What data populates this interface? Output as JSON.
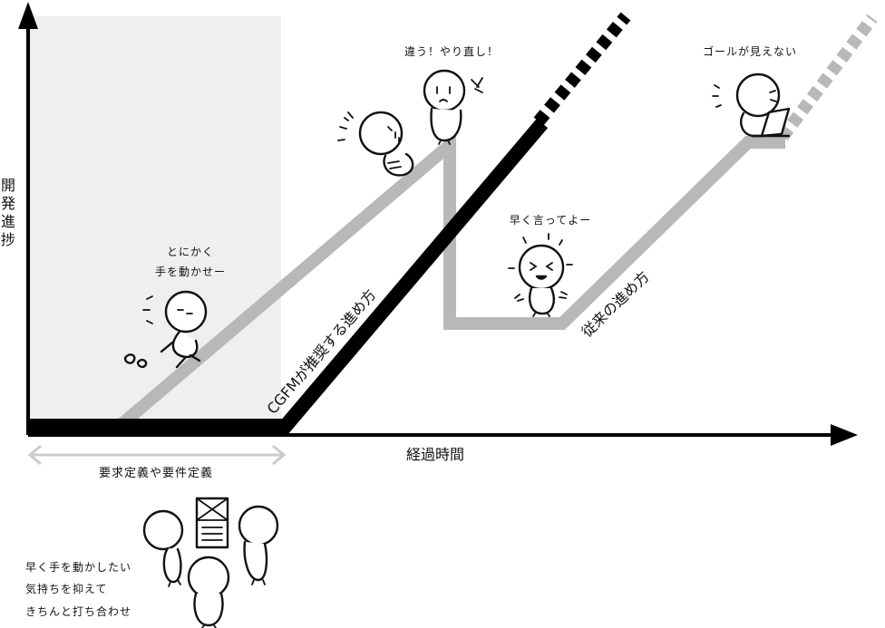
{
  "axes": {
    "y_label": [
      "開",
      "発",
      "進",
      "捗"
    ],
    "x_label": "経過時間"
  },
  "phase": {
    "bracket_label": "要求定義や要件定義"
  },
  "paths": {
    "cgfm_label": "CGFMが推奨する進め方",
    "traditional_label": "従来の進め方"
  },
  "annotations": {
    "hands_on_line1": "とにかく",
    "hands_on_line2": "手を動かせー",
    "redo": "違う！やり直し！",
    "say_sooner": "早く言ってよー",
    "no_goal": "ゴールが見えない",
    "meeting_line1": "早く手を動かしたい",
    "meeting_line2": "気持ちを抑えて",
    "meeting_line3": "きちんと打ち合わせ"
  },
  "colors": {
    "cgfm_line": "#000000",
    "traditional_line": "#b8b8b8",
    "phase_shade": "#efefef",
    "bracket": "#cccccc"
  }
}
